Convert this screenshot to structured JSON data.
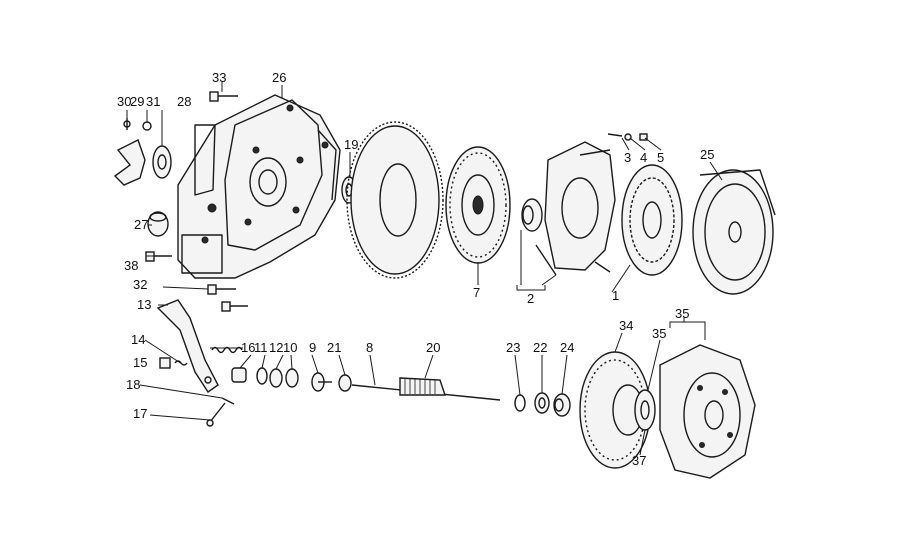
{
  "labels": {
    "l30": "30",
    "l29": "29",
    "l31": "31",
    "l28": "28",
    "l33": "33",
    "l26": "26",
    "l19": "19",
    "l27": "27",
    "l38": "38",
    "l32": "32",
    "l3": "3",
    "l4": "4",
    "l5": "5",
    "l25": "25",
    "l7": "7",
    "l2": "2",
    "l1": "1",
    "l13": "13",
    "l14": "14",
    "l15": "15",
    "l16": "16",
    "l11": "11",
    "l12": "12",
    "l10": "10",
    "l9": "9",
    "l21": "21",
    "l8": "8",
    "l20": "20",
    "l23": "23",
    "l22": "22",
    "l24": "24",
    "l34": "34",
    "l35a": "35",
    "l35b": "35",
    "l18": "18",
    "l17": "17",
    "l37": "37"
  }
}
